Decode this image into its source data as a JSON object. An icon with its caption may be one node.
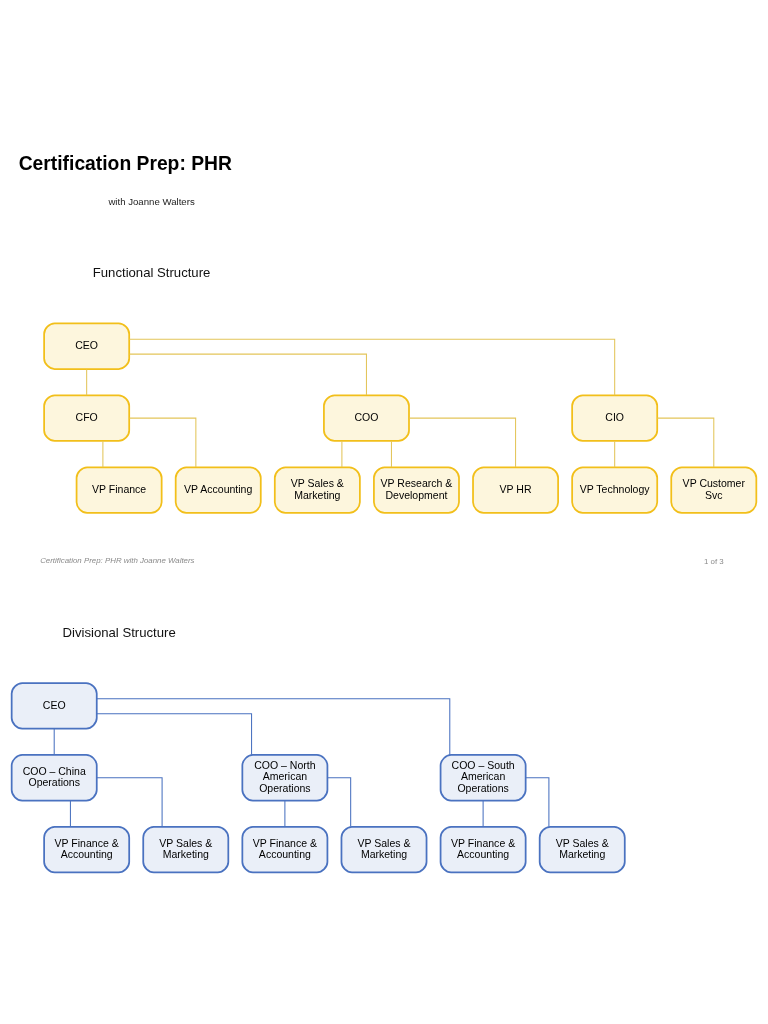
{
  "diagram": {
    "title": "Certification Prep: PHR",
    "nodes": [
      {
        "text": [
          "CEO"
        ]
      },
      {
        "text": [
          "CFO"
        ]
      },
      {
        "text": [
          "COO"
        ]
      },
      {
        "text": [
          "CIO"
        ]
      },
      {
        "text": [
          "VP Finance"
        ]
      },
      {
        "text": [
          "VP Accounting"
        ]
      },
      {
        "text": [
          "VP Sales & Marketing"
        ]
      },
      {
        "text": [
          "VP Research & Development"
        ]
      },
      {
        "text": [
          "VP HR"
        ]
      },
      {
        "text": [
          "VP Technology"
        ]
      },
      {
        "text": [
          "VP Customer Svc"
        ]
      },
      {
        "text": [
          "CEO"
        ]
      },
      {
        "text": [
          "COO – China Operations"
        ]
      },
      {
        "text": [
          "COO – North American Operations"
        ]
      },
      {
        "text": [
          "COO – South American Operations"
        ]
      },
      {
        "text": [
          "VP Finance & Accounting"
        ]
      },
      {
        "text": [
          "VP Sales & Marketing"
        ]
      },
      {
        "text": [
          "VP Finance & Accounting"
        ]
      },
      {
        "text": [
          "VP Sales & Marketing"
        ]
      },
      {
        "text": [
          "VP Finance & Accounting"
        ]
      },
      {
        "text": [
          "VP Sales & Marketing"
        ]
      }
    ],
    "edges": [
      {
        "from": 0,
        "to": 1,
        "arrow": "none"
      },
      {
        "from": 0,
        "to": 2,
        "arrow": "none"
      },
      {
        "from": 0,
        "to": 3,
        "arrow": "none"
      },
      {
        "from": 1,
        "to": 4,
        "arrow": "none"
      },
      {
        "from": 1,
        "to": 5,
        "arrow": "none"
      },
      {
        "from": 2,
        "to": 6,
        "arrow": "none"
      },
      {
        "from": 2,
        "to": 7,
        "arrow": "none"
      },
      {
        "from": 2,
        "to": 8,
        "arrow": "none"
      },
      {
        "from": 3,
        "to": 9,
        "arrow": "none"
      },
      {
        "from": 3,
        "to": 10,
        "arrow": "none"
      },
      {
        "from": 11,
        "to": 12,
        "arrow": "none",
        "color": "#4a72c0"
      },
      {
        "from": 11,
        "to": 13,
        "arrow": "none",
        "color": "#4a72c0"
      },
      {
        "from": 11,
        "to": 14,
        "arrow": "none",
        "color": "#4a72c0"
      },
      {
        "from": 12,
        "to": 15,
        "arrow": "none",
        "color": "#4a72c0"
      },
      {
        "from": 12,
        "to": 16,
        "arrow": "none",
        "color": "#4a72c0"
      },
      {
        "from": 13,
        "to": 17,
        "arrow": "none",
        "color": "#4a72c0"
      },
      {
        "from": 13,
        "to": 18,
        "arrow": "none",
        "color": "#4a72c0"
      },
      {
        "from": 14,
        "to": 19,
        "arrow": "none",
        "color": "#4a72c0"
      },
      {
        "from": 14,
        "to": 20,
        "arrow": "none",
        "color": "#4a72c0"
      }
    ],
    "labels": [
      "with Joanne Walters",
      "Functional Structure",
      "Certification Prep: PHR with Joanne Walters",
      "1 of 3",
      "Divisional Structure"
    ]
  }
}
